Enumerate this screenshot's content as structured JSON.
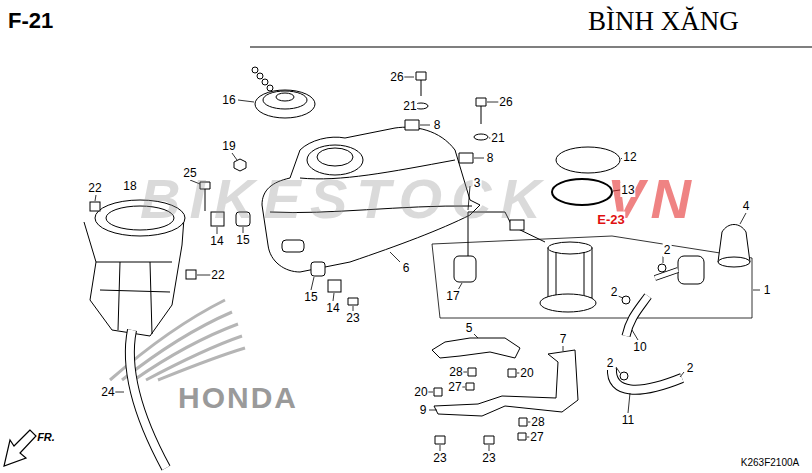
{
  "diagram": {
    "title": "BÌNH XĂNG",
    "labels": [
      "F-21",
      "26",
      "16",
      "21",
      "8",
      "26",
      "21",
      "8",
      "19",
      "12",
      "BIKESTOCK",
      "VN",
      "3",
      "13",
      "22",
      "18",
      "25",
      "E-23",
      "4",
      "14",
      "15",
      "6",
      "2",
      "1",
      "17",
      "22",
      "2",
      "15",
      "14",
      "23",
      "5",
      "7",
      "10",
      "2",
      "2",
      "28",
      "20",
      "27",
      "20",
      "9",
      "24",
      "HONDA",
      "11",
      "28",
      "27",
      "FR.",
      "23",
      "23",
      "K263F2100A"
    ]
  }
}
